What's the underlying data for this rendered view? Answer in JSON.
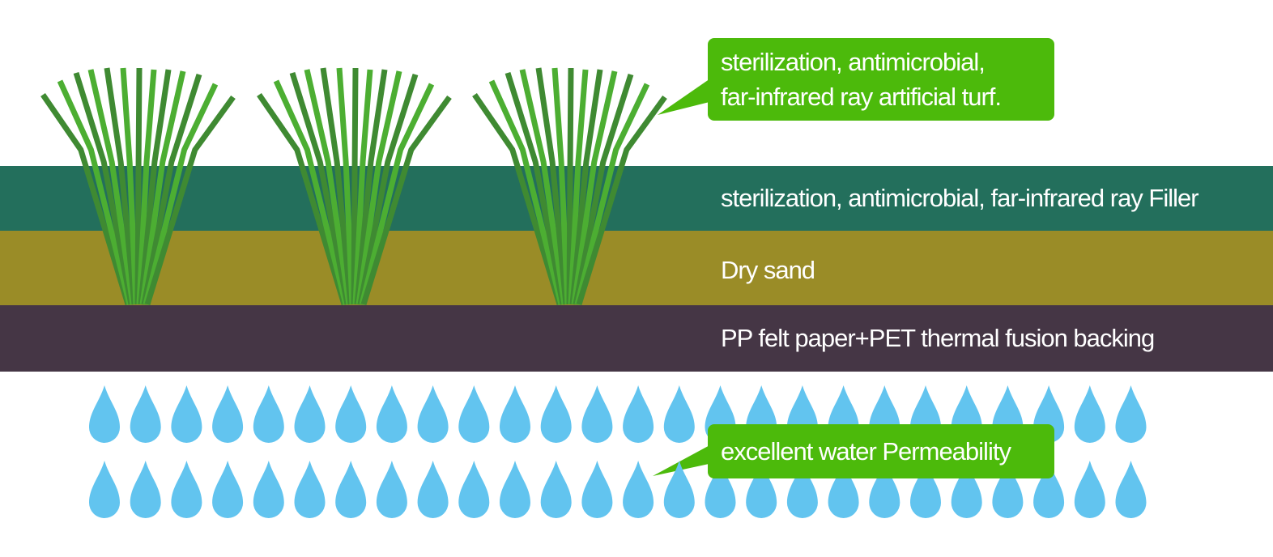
{
  "layers": {
    "filler": {
      "label": "sterilization, antimicrobial, far-infrared ray Filler",
      "color": "#236f5c"
    },
    "sand": {
      "label": "Dry sand",
      "color": "#9a8c27"
    },
    "backing": {
      "label": "PP felt paper+PET thermal fusion backing",
      "color": "#453645"
    }
  },
  "callouts": {
    "turf": {
      "line1": "sterilization, antimicrobial,",
      "line2": "far-infrared ray artificial turf."
    },
    "water": {
      "label": "excellent water Permeability"
    }
  },
  "colors": {
    "callout": "#4cba0b",
    "grass_light": "#4cae32",
    "grass_dark": "#3f8a32",
    "water_drop": "#62c4ef"
  },
  "illustration": {
    "grass_tufts": 3,
    "drop_rows": 2,
    "drops_per_row": 26
  }
}
